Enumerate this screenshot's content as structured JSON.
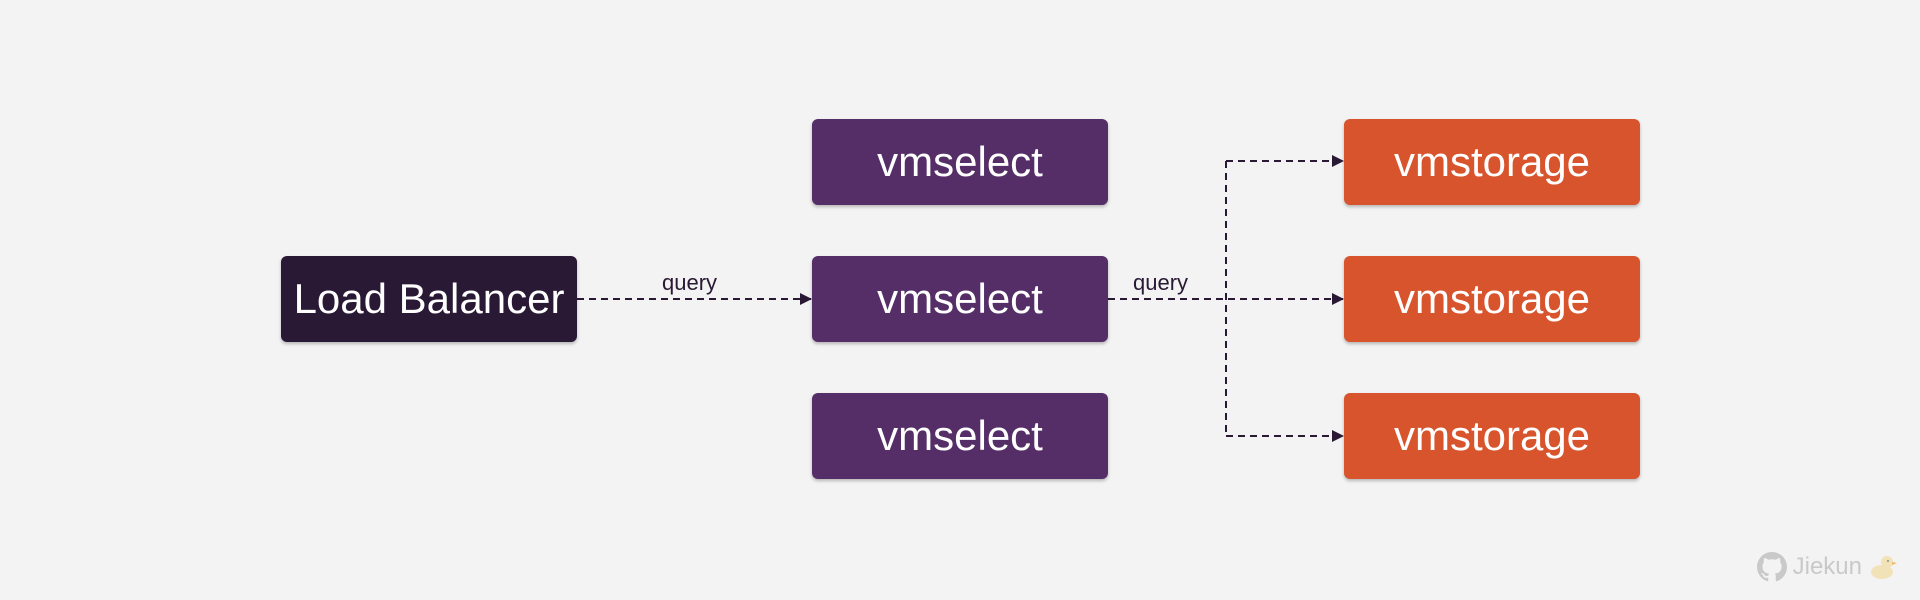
{
  "nodes": {
    "load_balancer": "Load Balancer",
    "vmselect": [
      "vmselect",
      "vmselect",
      "vmselect"
    ],
    "vmstorage": [
      "vmstorage",
      "vmstorage",
      "vmstorage"
    ]
  },
  "edges": {
    "lb_to_select_label": "query",
    "select_to_storage_label": "query"
  },
  "colors": {
    "background": "#f3f3f3",
    "load_balancer": "#2a1935",
    "vmselect": "#552e68",
    "vmstorage": "#d8542c",
    "edge": "#2a1935"
  },
  "watermark": {
    "icon": "github-icon",
    "text": "Jiekun",
    "badge_icon": "duck-icon"
  }
}
